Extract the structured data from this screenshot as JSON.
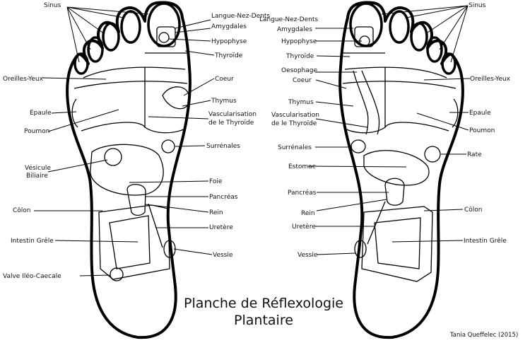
{
  "title_line1": "Planche de Réflexologie",
  "title_line2": "Plantaire",
  "credit": "Tania Queffelec (2015)",
  "left_foot": {
    "sinus": "Sinus",
    "langue": "Langue-Nez-Dents",
    "amygdales": "Amygdales",
    "hypophyse": "Hypophyse",
    "thyroide": "Thyroïde",
    "oreilles": "Oreilles-Yeux",
    "coeur": "Coeur",
    "thymus": "Thymus",
    "epaule": "Epaule",
    "poumon": "Poumon",
    "vasc1": "Vascularisation",
    "vasc2": "de le Thyroïde",
    "surrenales": "Surrénales",
    "vesicule1": "Vésicule",
    "vesicule2": "Biliaire",
    "foie": "Foie",
    "pancreas": "Pancréas",
    "colon": "Côlon",
    "rein": "Rein",
    "uretere": "Uretère",
    "intestin": "Intestin Grêle",
    "vessie": "Vessie",
    "valve": "Valve Iléo-Caecale"
  },
  "right_foot": {
    "sinus": "Sinus",
    "langue": "Langue-Nez-Dents",
    "amygdales": "Amygdales",
    "hypophyse": "Hypophyse",
    "thyroide": "Thyroïde",
    "oesophage": "Oesophage",
    "coeur": "Coeur",
    "oreilles": "Oreilles-Yeux",
    "thymus": "Thymus",
    "vasc1": "Vascularisation",
    "vasc2": "de le Thyroïde",
    "epaule": "Epaule",
    "poumon": "Poumon",
    "surrenales": "Surrénales",
    "rate": "Rate",
    "estomac": "Estomac",
    "pancreas": "Pancréas",
    "rein": "Rein",
    "colon": "Côlon",
    "uretere": "Uretère",
    "intestin": "Intestin Grêle",
    "vessie": "Vessie"
  }
}
